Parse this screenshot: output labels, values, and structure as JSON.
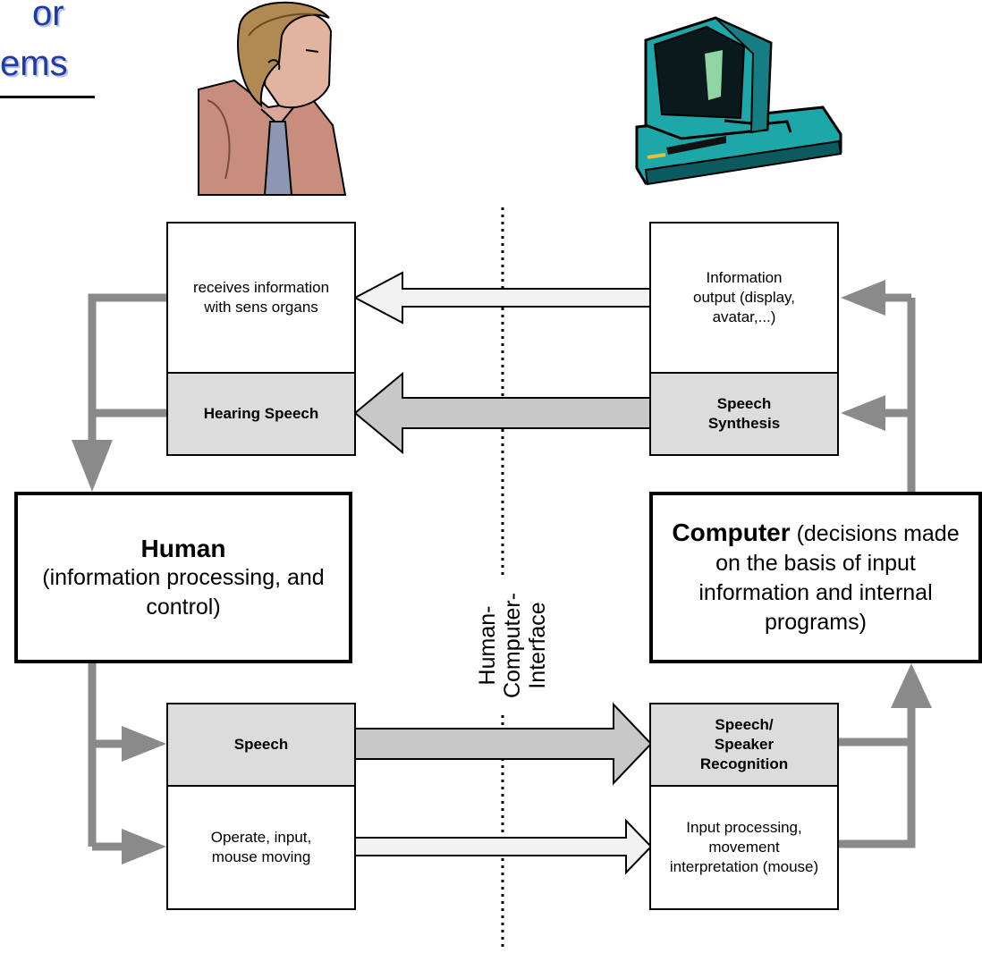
{
  "title_fragments": [
    "or",
    "ems"
  ],
  "left_top": {
    "info_text": "receives information with sens organs",
    "speech_text": "Hearing Speech"
  },
  "right_top": {
    "info_text": "Information output (display, avatar,...)",
    "speech_text": "Speech Synthesis"
  },
  "human": {
    "title": "Human",
    "desc": "(information processing, and control)"
  },
  "computer": {
    "title": "Computer",
    "desc": " (decisions made on the basis of input information and internal programs)"
  },
  "interface_label": {
    "line1": "Human-Computer-",
    "line2": "Interface"
  },
  "left_bottom": {
    "speech_text": "Speech",
    "input_text": "Operate, input, mouse moving"
  },
  "right_bottom": {
    "speech_text": "Speech/ Speaker Recognition",
    "input_text": "Input processing, movement interpretation (mouse)"
  },
  "icons": {
    "person": "man-with-tie-icon",
    "computer": "desktop-computer-icon"
  },
  "colors": {
    "title_blue": "#1f3aa8",
    "gray_fill": "#dcdcdc",
    "arrow_gray": "#8a8a8a"
  }
}
